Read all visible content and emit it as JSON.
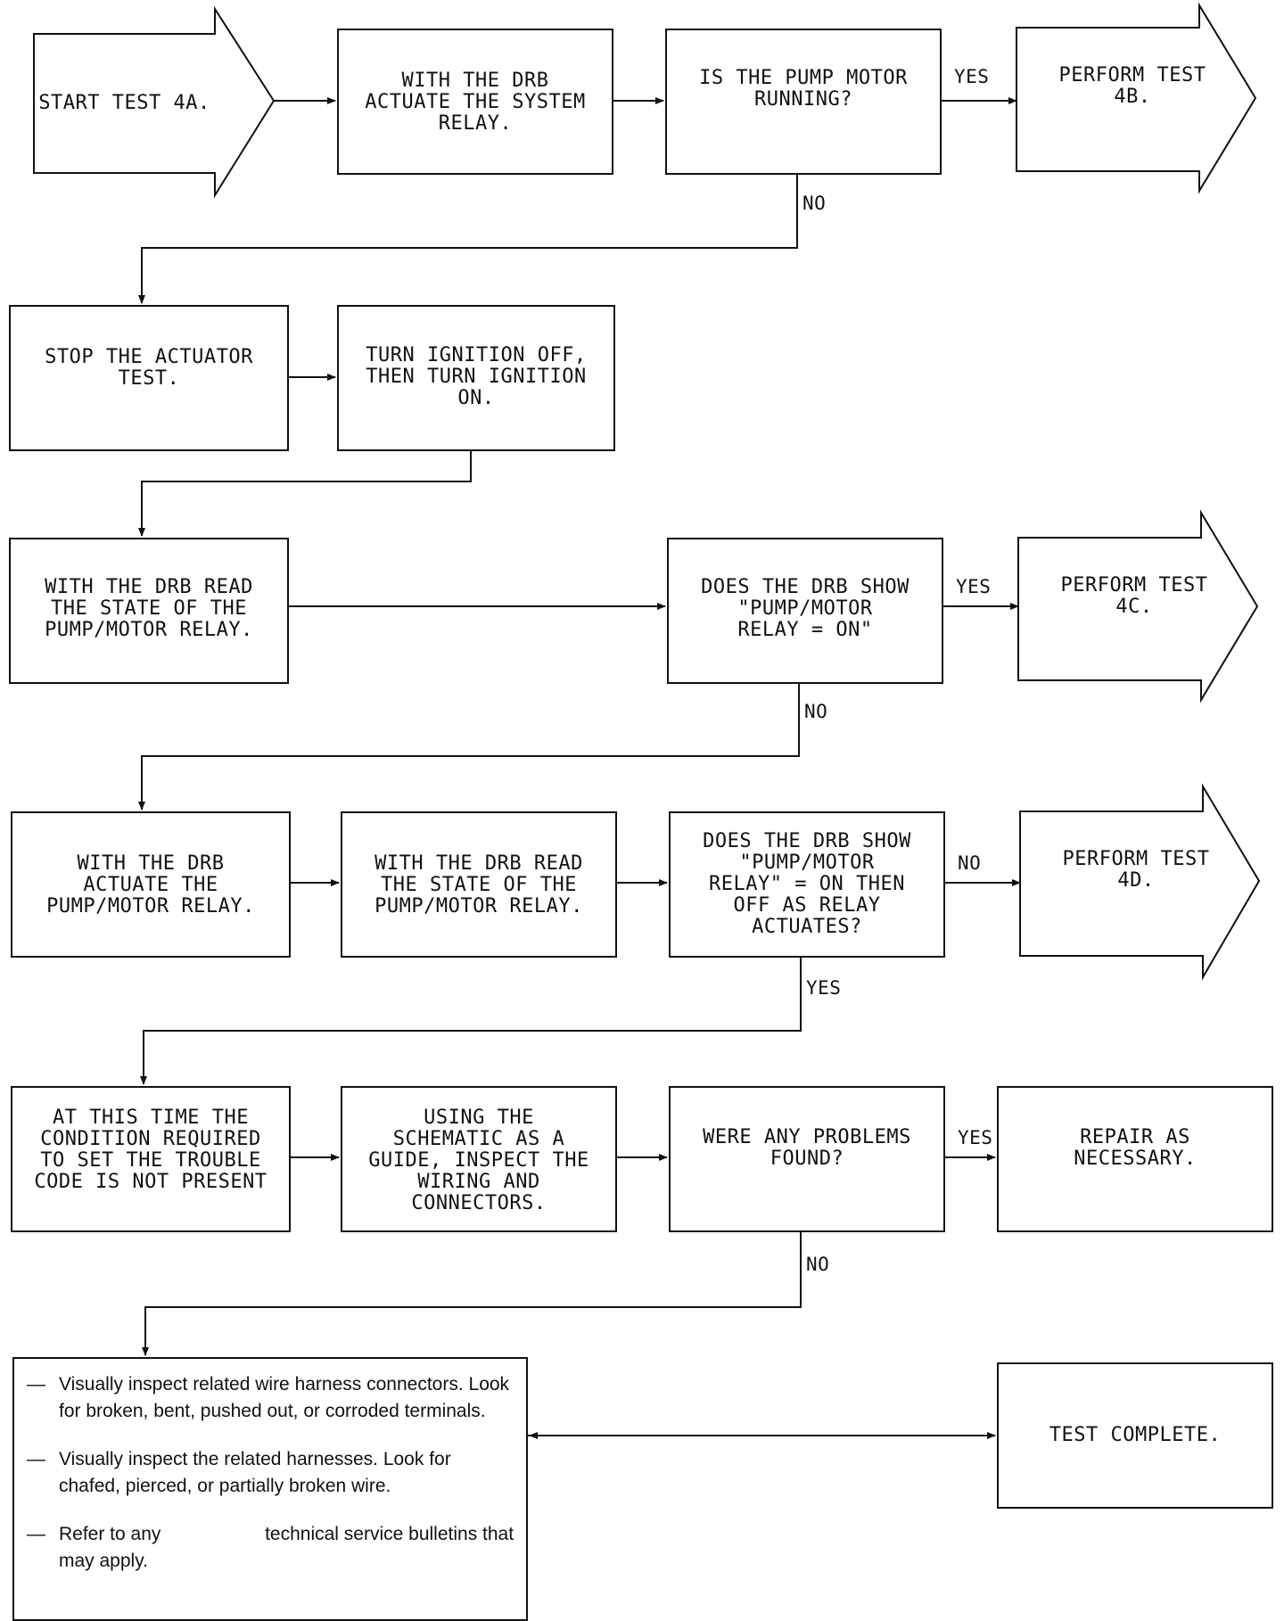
{
  "nodes": {
    "start": "START TEST 4A.",
    "actuate_system_relay": "WITH THE DRB\nACTUATE THE SYSTEM\nRELAY.",
    "pump_running_q": "IS THE PUMP MOTOR\nRUNNING?",
    "perform_4b": "PERFORM TEST\n4B.",
    "stop_actuator": "STOP THE ACTUATOR\nTEST.",
    "ignition_cycle": "TURN IGNITION OFF,\nTHEN TURN IGNITION\nON.",
    "read_relay_state": "WITH THE DRB READ\nTHE STATE OF THE\nPUMP/MOTOR RELAY.",
    "relay_on_q": "DOES THE DRB SHOW\n\"PUMP/MOTOR\nRELAY = ON\"",
    "perform_4c": "PERFORM TEST\n4C.",
    "actuate_pump_relay": "WITH THE DRB\nACTUATE THE\nPUMP/MOTOR RELAY.",
    "read_relay_state_2": "WITH THE DRB READ\nTHE STATE OF THE\nPUMP/MOTOR RELAY.",
    "relay_on_off_q": "DOES THE DRB SHOW\n\"PUMP/MOTOR\nRELAY\" = ON THEN\nOFF AS RELAY\nACTUATES?",
    "perform_4d": "PERFORM TEST\n4D.",
    "condition_not_present": "AT THIS TIME THE\nCONDITION REQUIRED\nTO SET THE TROUBLE\nCODE IS NOT PRESENT",
    "inspect_wiring": "USING THE\nSCHEMATIC AS A\nGUIDE, INSPECT THE\nWIRING AND\nCONNECTORS.",
    "problems_found_q": "WERE ANY PROBLEMS\nFOUND?",
    "repair": "REPAIR AS\nNECESSARY.",
    "test_complete": "TEST COMPLETE."
  },
  "edge_labels": {
    "yes_1": "YES",
    "no_1": "NO",
    "yes_2": "YES",
    "no_2": "NO",
    "no_3": "NO",
    "yes_3": "YES",
    "yes_4": "YES",
    "no_4": "NO"
  },
  "notes": {
    "dash": "—",
    "items": [
      "Visually inspect related wire harness connectors. Look for broken, bent, pushed out, or corroded terminals.",
      "Visually inspect the related harnesses. Look for chafed, pierced, or partially broken wire.",
      "Refer to any                    technical service bulletins that may apply."
    ]
  },
  "style": {
    "line_color": "#111111",
    "background": "#ffffff"
  }
}
